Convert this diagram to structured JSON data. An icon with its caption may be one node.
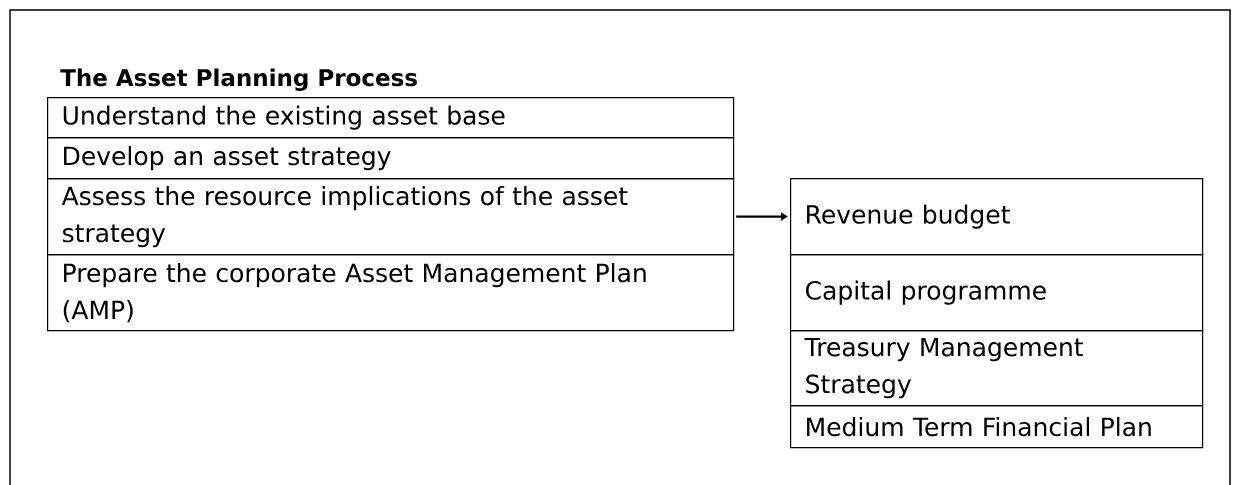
{
  "diagram": {
    "title": "The Asset Planning Process",
    "nodes": [
      {
        "text": [
          "Understand the existing asset base"
        ]
      },
      {
        "text": [
          "Develop an asset strategy"
        ]
      },
      {
        "text": [
          "Assess the resource implications of the asset strategy"
        ]
      },
      {
        "text": [
          "Prepare the corporate Asset Management Plan (AMP)"
        ]
      },
      {
        "text": [
          "Revenue budget"
        ]
      },
      {
        "text": [
          "Capital programme"
        ]
      },
      {
        "text": [
          "Treasury Management Strategy"
        ]
      },
      {
        "text": [
          "Medium Term Financial Plan"
        ]
      }
    ],
    "edges": [
      {
        "from": 2,
        "to": 4,
        "arrow": "to"
      }
    ]
  }
}
